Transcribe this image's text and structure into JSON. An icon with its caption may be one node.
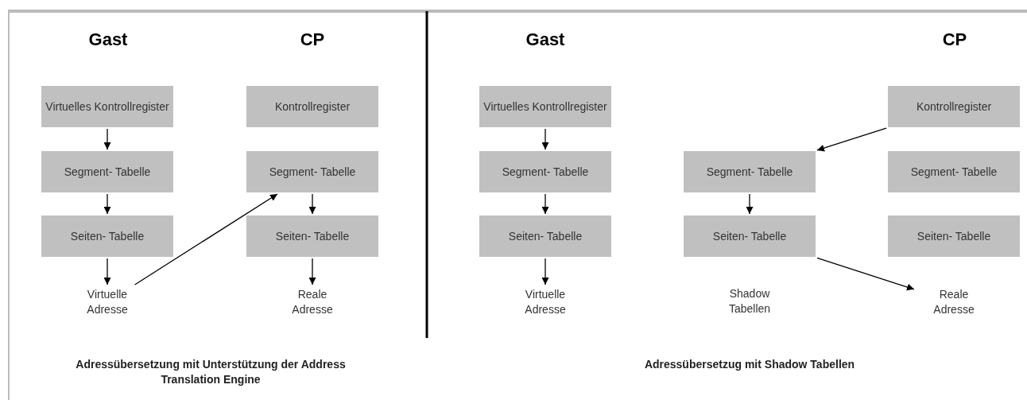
{
  "diagram": {
    "nodes": [
      {
        "text": [
          "Virtuelles Kontrollregister"
        ]
      },
      {
        "text": [
          "Segment- Tabelle"
        ]
      },
      {
        "text": [
          "Seiten- Tabelle"
        ]
      },
      {
        "text": [
          "Virtuelle Adresse"
        ]
      },
      {
        "text": [
          "Kontrollregister"
        ]
      },
      {
        "text": [
          "Segment- Tabelle"
        ]
      },
      {
        "text": [
          "Seiten- Tabelle"
        ]
      },
      {
        "text": [
          "Reale Adresse"
        ]
      },
      {
        "text": [
          "Virtuelles Kontrollregister"
        ]
      },
      {
        "text": [
          "Segment- Tabelle"
        ]
      },
      {
        "text": [
          "Seiten- Tabelle"
        ]
      },
      {
        "text": [
          "Virtuelle Adresse"
        ]
      },
      {
        "text": [
          "Kontrollregister"
        ]
      },
      {
        "text": [
          "Segment- Tabelle"
        ]
      },
      {
        "text": [
          "Seiten- Tabelle"
        ]
      },
      {
        "text": [
          "Segment- Tabelle"
        ]
      },
      {
        "text": [
          "Seiten- Tabelle"
        ]
      },
      {
        "text": [
          "Reale Adresse"
        ]
      }
    ],
    "edges": [
      {
        "from": 0,
        "to": 1,
        "arrow": "to"
      },
      {
        "from": 1,
        "to": 2,
        "arrow": "to"
      },
      {
        "from": 2,
        "to": 3,
        "arrow": "to"
      },
      {
        "from": 3,
        "to": 5,
        "arrow": "to"
      },
      {
        "from": 5,
        "to": 6,
        "arrow": "to"
      },
      {
        "from": 6,
        "to": 7,
        "arrow": "to"
      },
      {
        "from": 8,
        "to": 9,
        "arrow": "to"
      },
      {
        "from": 9,
        "to": 10,
        "arrow": "to"
      },
      {
        "from": 10,
        "to": 11,
        "arrow": "to"
      },
      {
        "from": 12,
        "to": 13,
        "arrow": "to"
      },
      {
        "from": 13,
        "to": 14,
        "arrow": "to"
      },
      {
        "from": 14,
        "to": 17,
        "arrow": "to"
      }
    ],
    "labels": [
      "Gast",
      "CP",
      "Gast",
      "CP",
      "Shadow Tabellen",
      "Adressübersetzung mit Unterstützung der Address Translation Engine",
      "Adressübersetzug mit Shadow Tabellen"
    ]
  }
}
